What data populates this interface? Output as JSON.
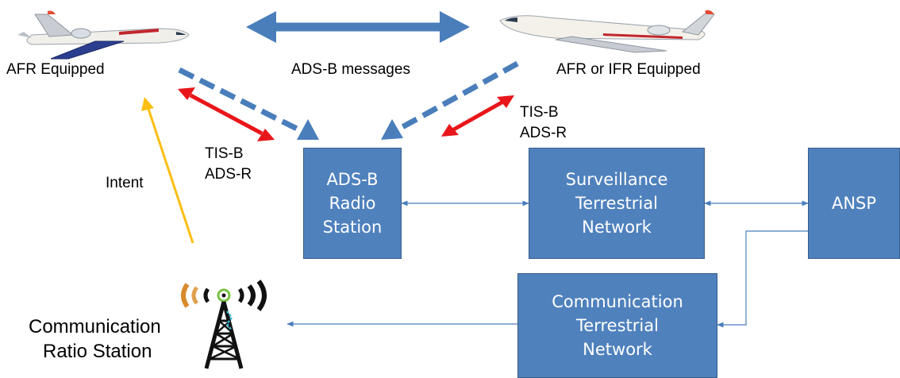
{
  "colors": {
    "box_fill": "#4f81bd",
    "box_border": "#385d8a",
    "arrow_blue": "#4a7ebb",
    "arrow_red": "#e8161a",
    "arrow_yellow": "#fbbf12"
  },
  "labels": {
    "afr_equipped": "AFR Equipped",
    "adsb_messages": "ADS-B messages",
    "afr_ifr_equipped": "AFR or IFR Equipped",
    "tisb_right_1": "TIS-B",
    "tisb_right_2": "ADS-R",
    "tisb_left_1": "TIS-B",
    "tisb_left_2": "ADS-R",
    "intent": "Intent",
    "comm_station_1": "Communication",
    "comm_station_2": "Ratio Station"
  },
  "boxes": {
    "adsb_radio": {
      "line1": "ADS-B",
      "line2": "Radio",
      "line3": "Station"
    },
    "surveillance": {
      "line1": "Surveillance",
      "line2": "Terrestrial",
      "line3": "Network"
    },
    "ansp": {
      "line1": "ANSP"
    },
    "communication": {
      "line1": "Communication",
      "line2": "Terrestrial",
      "line3": "Network"
    }
  },
  "icons": {
    "aircraft_left": "airplane-icon",
    "aircraft_right": "airplane-icon",
    "tower": "radio-tower-icon"
  }
}
